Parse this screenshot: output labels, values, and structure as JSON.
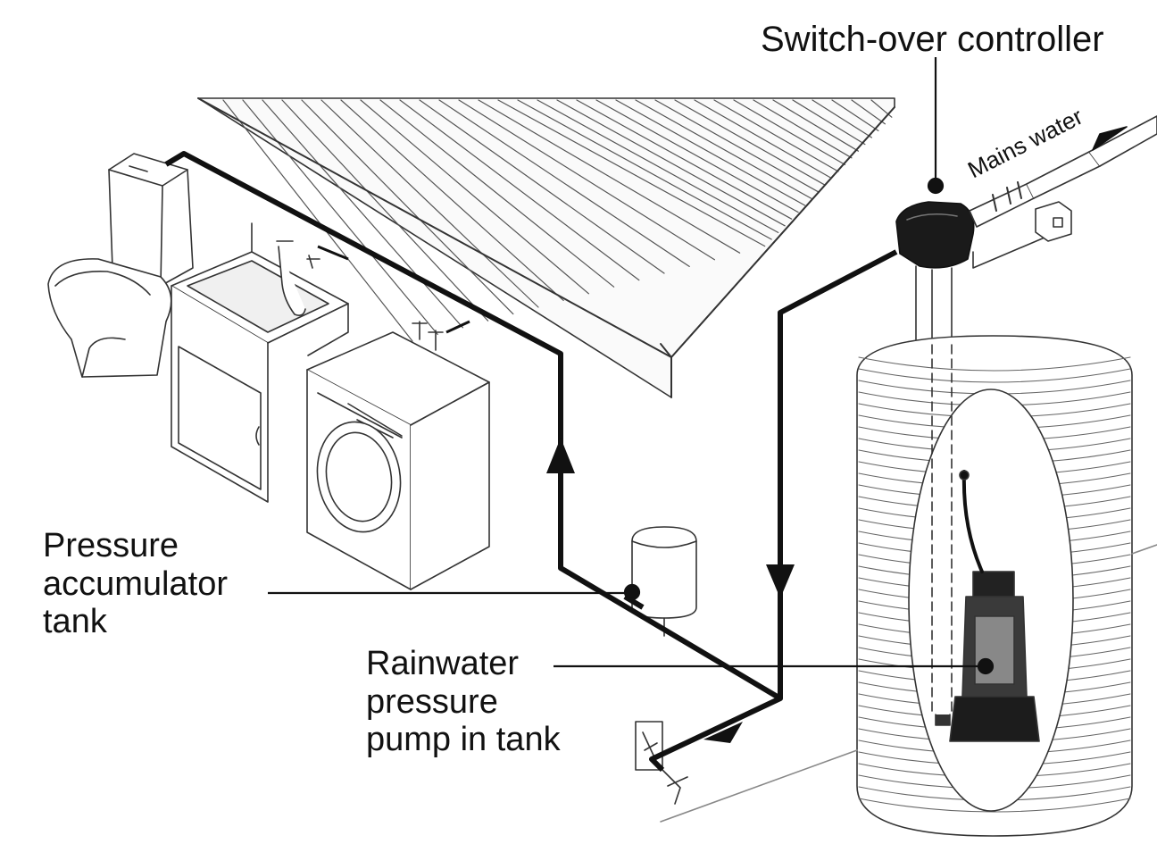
{
  "labels": {
    "controller": "Switch-over controller",
    "mains": "Mains water",
    "accumulator": [
      "Pressure",
      "accumulator",
      "tank"
    ],
    "pump": [
      "Rainwater",
      "pressure",
      "pump in tank"
    ]
  }
}
